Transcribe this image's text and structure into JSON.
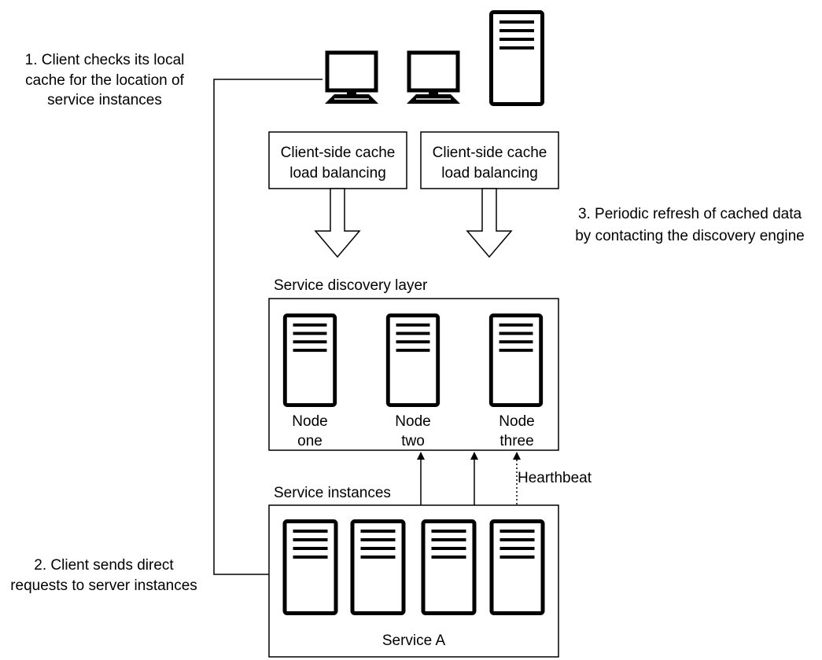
{
  "annotations": {
    "step1": [
      "1. Client checks its local",
      "cache for the location of",
      "service instances"
    ],
    "step2": [
      "2. Client sends direct",
      "requests to server instances"
    ],
    "step3": [
      "3. Periodic refresh of cached data",
      "by contacting the discovery engine"
    ]
  },
  "cache_boxes": [
    {
      "line1": "Client-side cache",
      "line2": "load balancing"
    },
    {
      "line1": "Client-side cache",
      "line2": "load balancing"
    }
  ],
  "discovery_layer": {
    "title": "Service discovery layer",
    "nodes": [
      {
        "line1": "Node",
        "line2": "one"
      },
      {
        "line1": "Node",
        "line2": "two"
      },
      {
        "line1": "Node",
        "line2": "three"
      }
    ]
  },
  "service_instances": {
    "title": "Service instances",
    "label": "Service A"
  },
  "heartbeat_label": "Hearthbeat",
  "icons": [
    "desktop-icon",
    "desktop-icon",
    "server-icon"
  ],
  "colors": {
    "stroke": "#000000",
    "background": "#ffffff"
  }
}
